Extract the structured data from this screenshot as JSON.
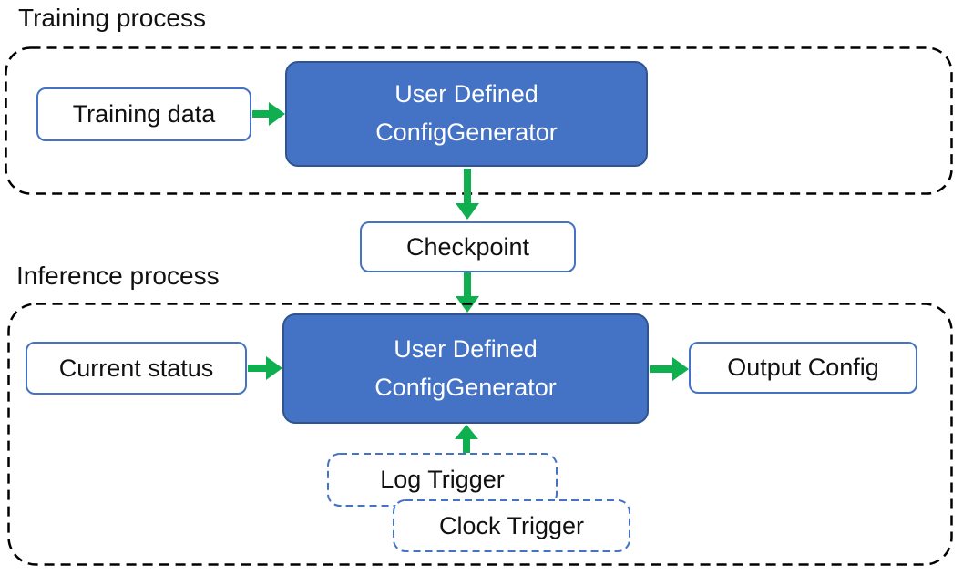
{
  "colors": {
    "box_fill_blue": "#4472C4",
    "box_border_dark_blue": "#2F548F",
    "outline_blue": "#4472C4",
    "arrow_green": "#0FAE4F",
    "container_dash_black": "#000000",
    "text_dark": "#111111",
    "text_light": "#FFFFFF"
  },
  "training": {
    "label": "Training process",
    "input_box": "Training data",
    "generator_line1": "User Defined",
    "generator_line2": "ConfigGenerator"
  },
  "checkpoint": {
    "label": "Checkpoint"
  },
  "inference": {
    "label": "Inference process",
    "input_box": "Current status",
    "generator_line1": "User Defined",
    "generator_line2": "ConfigGenerator",
    "output_box": "Output Config",
    "log_trigger": "Log Trigger",
    "clock_trigger": "Clock Trigger"
  }
}
